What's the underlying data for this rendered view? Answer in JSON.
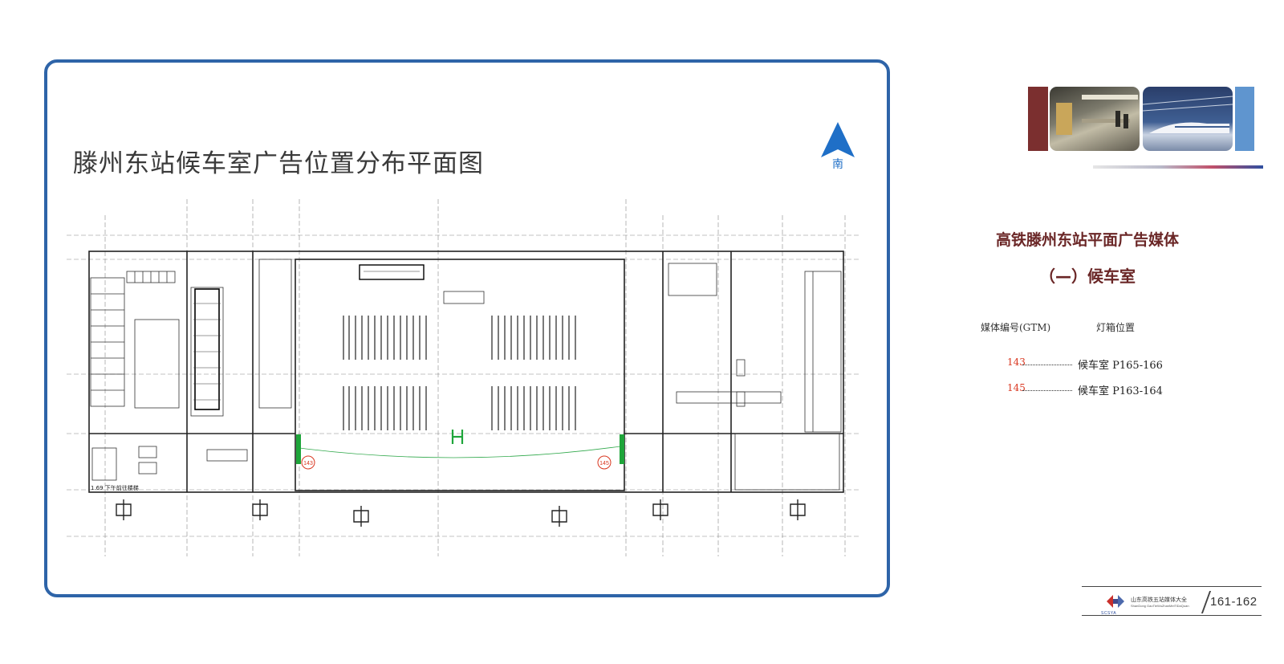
{
  "map": {
    "title": "滕州东站候车室广告位置分布平面图",
    "compass_label": "南",
    "ad_markers": [
      "143",
      "145"
    ],
    "bottom_note": "1.69 下午前往楼梯",
    "colors": {
      "frame": "#2e64a8",
      "compass": "#1f6fc7",
      "marker": "#d9361f",
      "lightbox": "#1ea53a"
    }
  },
  "side": {
    "title": "高铁滕州东站平面广告媒体",
    "subtitle": "（—）候车室",
    "header_code": "媒体编号(GTM)",
    "header_position": "灯箱位置",
    "items": [
      {
        "code": "143",
        "location": "候车室  P165-166"
      },
      {
        "code": "145",
        "location": "候车室  P163-164"
      }
    ],
    "colors": {
      "heading": "#6a2626",
      "code": "#d9361f"
    }
  },
  "footer": {
    "logo_text": "SCSYA",
    "brand": "山东高铁五站媒体大全",
    "brand_pinyin": "ShanDong GaoTieWuZhanMeiTiDaQuan",
    "pages": "161-162"
  }
}
